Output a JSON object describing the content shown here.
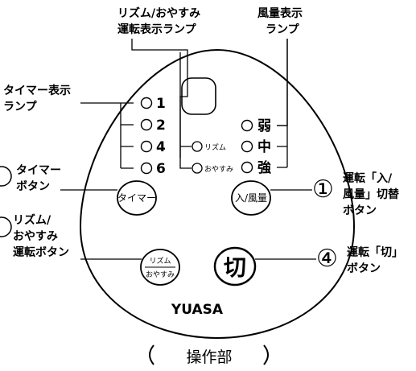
{
  "callouts": {
    "rhythm_lamp_label": [
      "リズム/おやすみ",
      "運転表示ランプ"
    ],
    "fan_lamp_label": [
      "風量表示",
      "ランプ"
    ],
    "timer_lamp_label": [
      "タイマー表示",
      "ランプ"
    ],
    "timer_button_label": [
      "タイマー",
      "ボタン"
    ],
    "rhythm_button_label": [
      "リズム/",
      "おやすみ",
      "運転ボタン"
    ],
    "power_button_label": [
      "運転「入/",
      "風量」切替",
      "ボタン"
    ],
    "off_button_label": [
      "運転「切」",
      "ボタン"
    ],
    "power_marker": "①",
    "off_marker": "④"
  },
  "timer_lamps": [
    "1",
    "2",
    "4",
    "6"
  ],
  "mode_lamps": [
    "リズム",
    "おやすみ"
  ],
  "fan_lamps": [
    "弱",
    "中",
    "強"
  ],
  "buttons": {
    "timer": "タイマー",
    "power": "入/風量",
    "rhythm_top": "リズム",
    "rhythm_bottom": "おやすみ",
    "off": "切"
  },
  "brand": "YUASA",
  "caption": "操作部"
}
